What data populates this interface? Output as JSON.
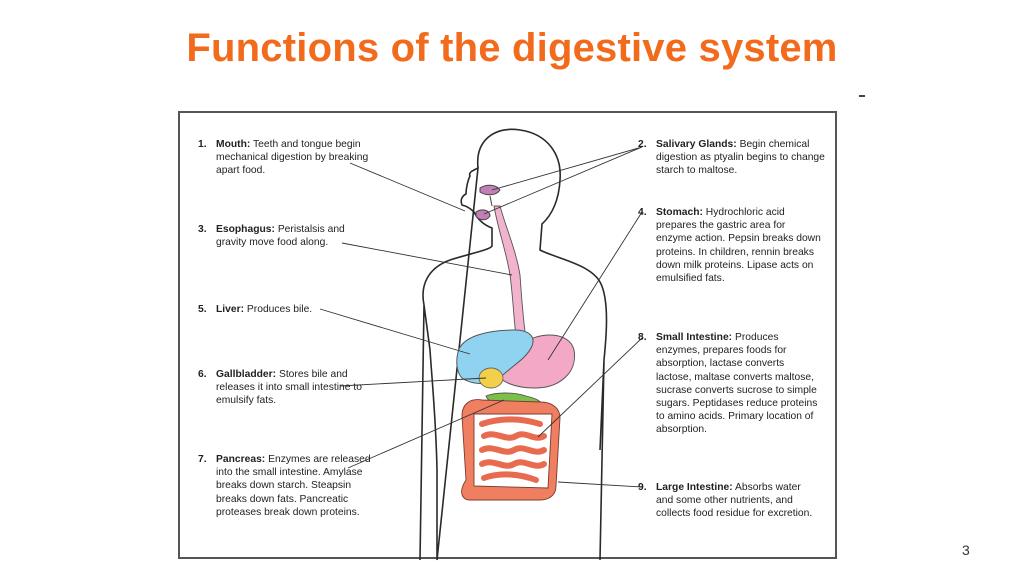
{
  "slide": {
    "title": "Functions of the digestive system",
    "page_number": "3",
    "title_color": "#f26a1b"
  },
  "labels": [
    {
      "num": "1.",
      "name": "Mouth:",
      "text": "Teeth and tongue begin mechanical digestion by breaking apart food."
    },
    {
      "num": "2.",
      "name": "Salivary Glands:",
      "text": "Begin chemical digestion as ptyalin begins to change starch to maltose."
    },
    {
      "num": "3.",
      "name": "Esophagus:",
      "text": "Peristalsis and gravity move food along."
    },
    {
      "num": "4.",
      "name": "Stomach:",
      "text": "Hydrochloric acid prepares the gastric area for enzyme action. Pepsin breaks down proteins. In children, rennin breaks down milk proteins. Lipase acts on emulsified fats."
    },
    {
      "num": "5.",
      "name": "Liver:",
      "text": "Produces bile."
    },
    {
      "num": "6.",
      "name": "Gallbladder:",
      "text": "Stores bile and releases it into small intestine to emulsify fats."
    },
    {
      "num": "7.",
      "name": "Pancreas:",
      "text": "Enzymes are released into the small intestine. Amylase breaks down starch. Steapsin breaks down fats. Pancreatic proteases break down proteins."
    },
    {
      "num": "8.",
      "name": "Small Intestine:",
      "text": "Produces enzymes, prepares foods for absorption, lactase converts lactose, maltase converts maltose, sucrase converts sucrose to simple sugars. Peptidases reduce proteins to amino acids. Primary location of absorption."
    },
    {
      "num": "9.",
      "name": "Large Intestine:",
      "text": "Absorbs water and some other nutrients, and collects food residue for excretion."
    }
  ],
  "organ_colors": {
    "liver": "#8fd3f0",
    "stomach": "#f3a9c6",
    "esophagus": "#f2b3cc",
    "gallbladder": "#f4d04a",
    "pancreas": "#7cbf4a",
    "intestine": "#f07f62",
    "salivary": "#c07fb5"
  }
}
